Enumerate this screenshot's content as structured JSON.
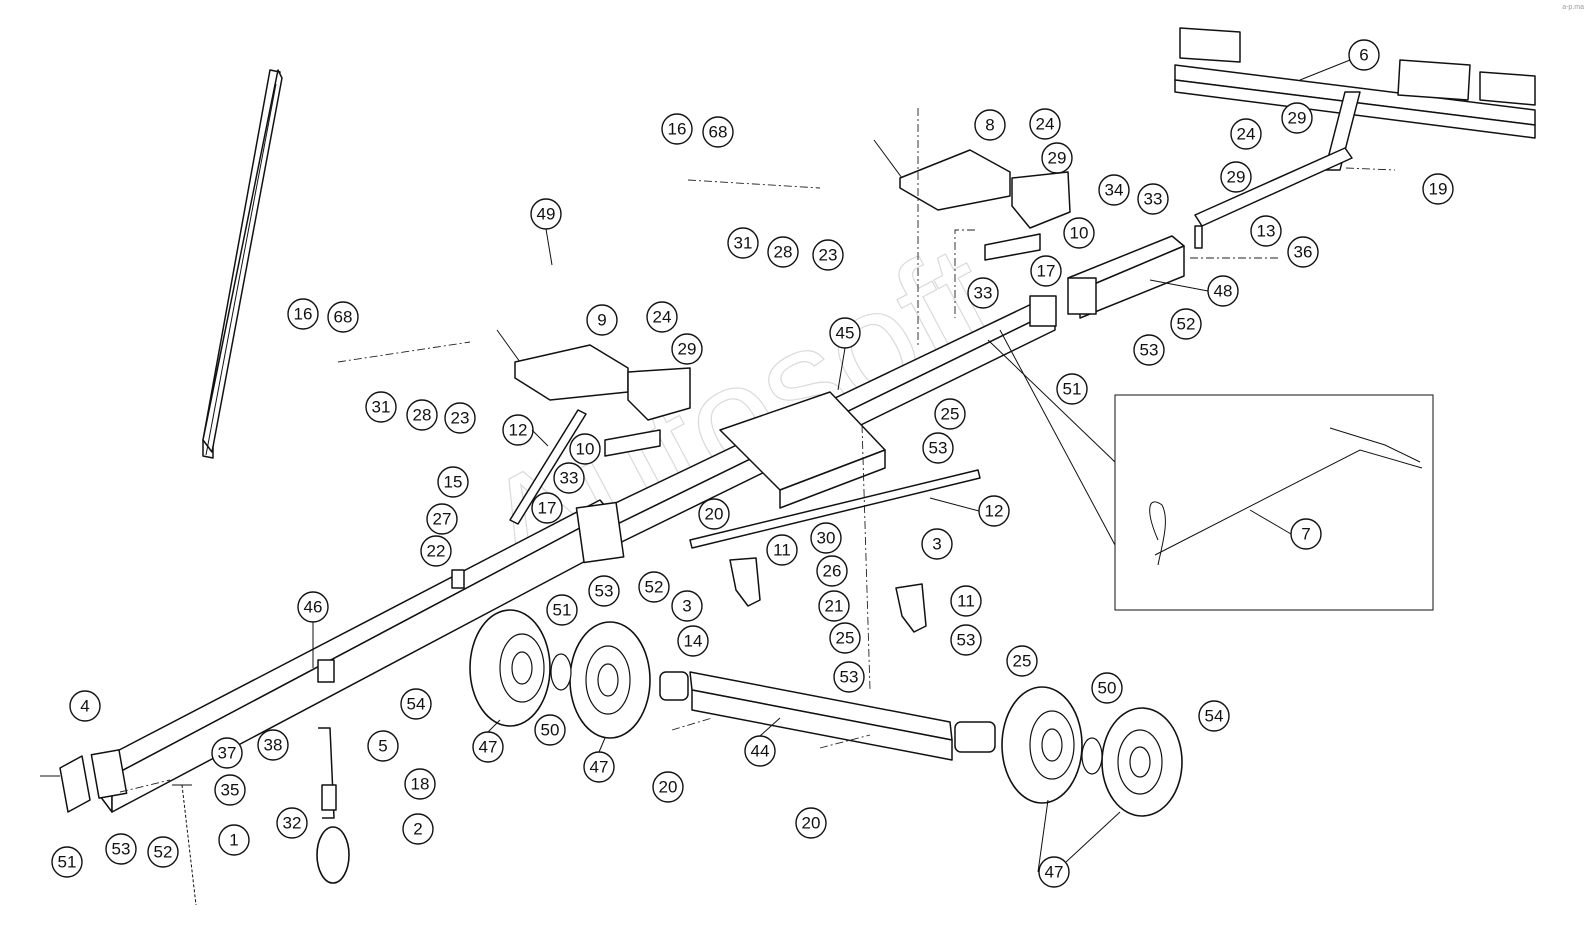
{
  "diagram": {
    "watermark": "Autosoft",
    "corner_text": "a-p.ma",
    "callouts": [
      {
        "id": "c1",
        "label": "1"
      },
      {
        "id": "c2",
        "label": "2"
      },
      {
        "id": "c3a",
        "label": "3"
      },
      {
        "id": "c3b",
        "label": "3"
      },
      {
        "id": "c4",
        "label": "4"
      },
      {
        "id": "c5",
        "label": "5"
      },
      {
        "id": "c6",
        "label": "6"
      },
      {
        "id": "c7",
        "label": "7"
      },
      {
        "id": "c8",
        "label": "8"
      },
      {
        "id": "c9",
        "label": "9"
      },
      {
        "id": "c10a",
        "label": "10"
      },
      {
        "id": "c10b",
        "label": "10"
      },
      {
        "id": "c11a",
        "label": "11"
      },
      {
        "id": "c11b",
        "label": "11"
      },
      {
        "id": "c12a",
        "label": "12"
      },
      {
        "id": "c12b",
        "label": "12"
      },
      {
        "id": "c13",
        "label": "13"
      },
      {
        "id": "c14",
        "label": "14"
      },
      {
        "id": "c15",
        "label": "15"
      },
      {
        "id": "c16a",
        "label": "16"
      },
      {
        "id": "c16b",
        "label": "16"
      },
      {
        "id": "c17a",
        "label": "17"
      },
      {
        "id": "c17b",
        "label": "17"
      },
      {
        "id": "c18",
        "label": "18"
      },
      {
        "id": "c19",
        "label": "19"
      },
      {
        "id": "c20a",
        "label": "20"
      },
      {
        "id": "c20b",
        "label": "20"
      },
      {
        "id": "c20c",
        "label": "20"
      },
      {
        "id": "c21",
        "label": "21"
      },
      {
        "id": "c22",
        "label": "22"
      },
      {
        "id": "c23a",
        "label": "23"
      },
      {
        "id": "c23b",
        "label": "23"
      },
      {
        "id": "c24a",
        "label": "24"
      },
      {
        "id": "c24b",
        "label": "24"
      },
      {
        "id": "c24c",
        "label": "24"
      },
      {
        "id": "c25a",
        "label": "25"
      },
      {
        "id": "c25b",
        "label": "25"
      },
      {
        "id": "c25c",
        "label": "25"
      },
      {
        "id": "c26",
        "label": "26"
      },
      {
        "id": "c27",
        "label": "27"
      },
      {
        "id": "c28a",
        "label": "28"
      },
      {
        "id": "c28b",
        "label": "28"
      },
      {
        "id": "c29a",
        "label": "29"
      },
      {
        "id": "c29b",
        "label": "29"
      },
      {
        "id": "c29c",
        "label": "29"
      },
      {
        "id": "c29d",
        "label": "29"
      },
      {
        "id": "c30",
        "label": "30"
      },
      {
        "id": "c31a",
        "label": "31"
      },
      {
        "id": "c31b",
        "label": "31"
      },
      {
        "id": "c32",
        "label": "32"
      },
      {
        "id": "c33a",
        "label": "33"
      },
      {
        "id": "c33b",
        "label": "33"
      },
      {
        "id": "c33c",
        "label": "33"
      },
      {
        "id": "c34",
        "label": "34"
      },
      {
        "id": "c35",
        "label": "35"
      },
      {
        "id": "c36",
        "label": "36"
      },
      {
        "id": "c37",
        "label": "37"
      },
      {
        "id": "c38",
        "label": "38"
      },
      {
        "id": "c44",
        "label": "44"
      },
      {
        "id": "c45",
        "label": "45"
      },
      {
        "id": "c46",
        "label": "46"
      },
      {
        "id": "c47a",
        "label": "47"
      },
      {
        "id": "c47b",
        "label": "47"
      },
      {
        "id": "c47c",
        "label": "47"
      },
      {
        "id": "c48",
        "label": "48"
      },
      {
        "id": "c49",
        "label": "49"
      },
      {
        "id": "c50a",
        "label": "50"
      },
      {
        "id": "c50b",
        "label": "50"
      },
      {
        "id": "c51a",
        "label": "51"
      },
      {
        "id": "c51b",
        "label": "51"
      },
      {
        "id": "c51c",
        "label": "51"
      },
      {
        "id": "c52a",
        "label": "52"
      },
      {
        "id": "c52b",
        "label": "52"
      },
      {
        "id": "c52c",
        "label": "52"
      },
      {
        "id": "c53a",
        "label": "53"
      },
      {
        "id": "c53b",
        "label": "53"
      },
      {
        "id": "c53c",
        "label": "53"
      },
      {
        "id": "c53d",
        "label": "53"
      },
      {
        "id": "c53e",
        "label": "53"
      },
      {
        "id": "c53f",
        "label": "53"
      },
      {
        "id": "c54a",
        "label": "54"
      },
      {
        "id": "c54b",
        "label": "54"
      },
      {
        "id": "c68a",
        "label": "68"
      },
      {
        "id": "c68b",
        "label": "68"
      }
    ]
  }
}
